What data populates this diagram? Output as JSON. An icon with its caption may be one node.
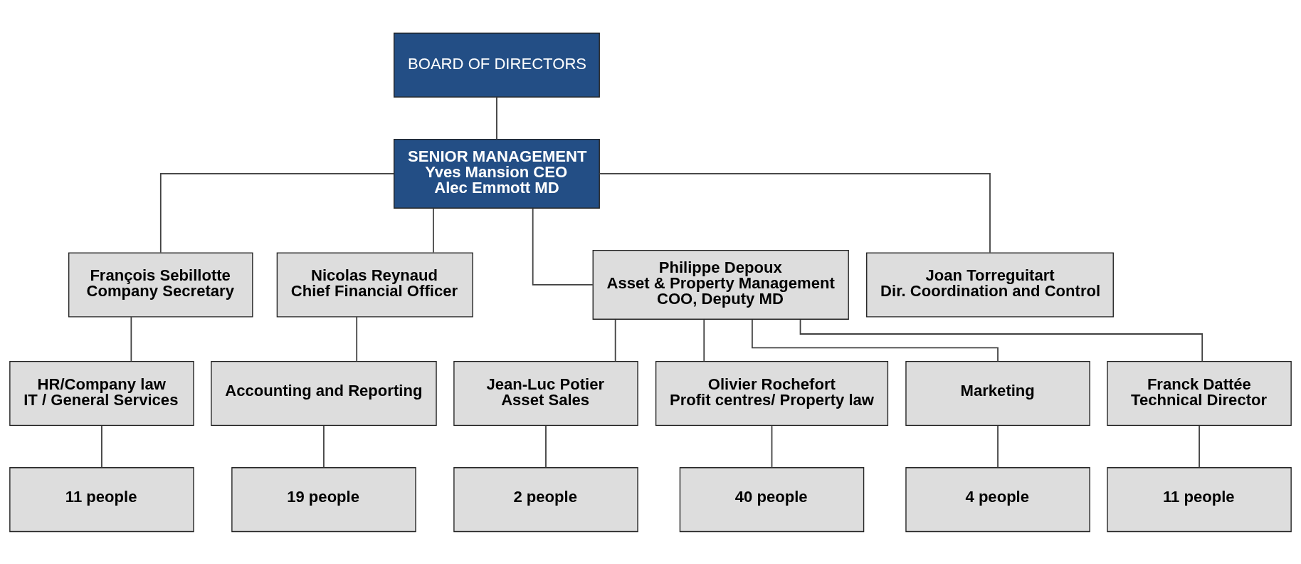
{
  "diagram": {
    "nodes": [
      {
        "text": [
          "BOARD OF DIRECTORS"
        ]
      },
      {
        "text": [
          "SENIOR MANAGEMENT",
          "Yves Mansion CEO",
          "Alec Emmott MD"
        ]
      },
      {
        "text": [
          "François Sebillotte",
          "Company Secretary"
        ]
      },
      {
        "text": [
          "Nicolas Reynaud",
          "Chief Financial Officer"
        ]
      },
      {
        "text": [
          "Philippe Depoux",
          "Asset & Property Management",
          "COO, Deputy MD"
        ]
      },
      {
        "text": [
          "Joan Torreguitart",
          "Dir. Coordination and Control"
        ]
      },
      {
        "text": [
          "HR/Company law",
          "IT / General Services"
        ]
      },
      {
        "text": [
          "Accounting and Reporting"
        ]
      },
      {
        "text": [
          "Jean-Luc Potier",
          "Asset Sales"
        ]
      },
      {
        "text": [
          "Olivier Rochefort",
          "Profit centres/ Property law"
        ]
      },
      {
        "text": [
          "Marketing"
        ]
      },
      {
        "text": [
          "Franck Dattée",
          "Technical Director"
        ]
      },
      {
        "text": [
          "11 people"
        ]
      },
      {
        "text": [
          "19 people"
        ]
      },
      {
        "text": [
          "2 people"
        ]
      },
      {
        "text": [
          "40 people"
        ]
      },
      {
        "text": [
          "4 people"
        ]
      },
      {
        "text": [
          "11 people"
        ]
      }
    ],
    "edges": [
      {
        "from": 0,
        "to": 1,
        "arrow": "none"
      },
      {
        "from": 1,
        "to": 2,
        "arrow": "none"
      },
      {
        "from": 1,
        "to": 3,
        "arrow": "none"
      },
      {
        "from": 1,
        "to": 4,
        "arrow": "none"
      },
      {
        "from": 1,
        "to": 5,
        "arrow": "none"
      },
      {
        "from": 2,
        "to": 6,
        "arrow": "none"
      },
      {
        "from": 3,
        "to": 7,
        "arrow": "none"
      },
      {
        "from": 4,
        "to": 8,
        "arrow": "none"
      },
      {
        "from": 4,
        "to": 9,
        "arrow": "none"
      },
      {
        "from": 4,
        "to": 10,
        "arrow": "none"
      },
      {
        "from": 4,
        "to": 11,
        "arrow": "none"
      },
      {
        "from": 6,
        "to": 12,
        "arrow": "none"
      },
      {
        "from": 7,
        "to": 13,
        "arrow": "none"
      },
      {
        "from": 8,
        "to": 14,
        "arrow": "none"
      },
      {
        "from": 9,
        "to": 15,
        "arrow": "none"
      },
      {
        "from": 10,
        "to": 16,
        "arrow": "none"
      },
      {
        "from": 11,
        "to": 17,
        "arrow": "none"
      }
    ]
  }
}
